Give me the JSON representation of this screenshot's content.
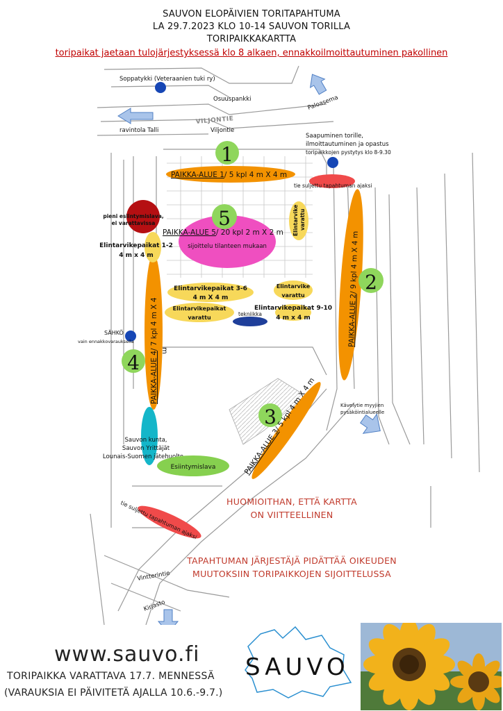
{
  "header": {
    "line1": "SAUVON ELOPÄIVIEN TORITAPAHTUMA",
    "line2": "LA 29.7.2023 KLO 10-14 SAUVON TORILLA",
    "line3": "TORIPAIKKAKARTTA",
    "notice": "toripaikat jaetaan tulojärjestyksessä klo 8 alkaen, ennakkoilmoittautuminen pakollinen"
  },
  "map": {
    "labels": {
      "soppatykki": "Soppatykki (Veteraanien tuki ry)",
      "osuuspankki": "Osuuspankki",
      "paloasema": "Paloasema",
      "viljontie_sign": "VILJONTIE",
      "viljontie": "Viljontie",
      "ravintola": "ravintola Talli",
      "saapuminen1": "Saapuminen torille,",
      "saapuminen2": "ilmoittautuminen ja opastus",
      "saapuminen3": "toripaikkojen pystytys klo 8-9.30",
      "tie_suljettu_top": "tie suljettu tapahtuman ajaksi",
      "pieni1": "pieni esiintymislava,",
      "pieni2": "ei varattavissa",
      "elintarvike12_a": "Elintarvikepaikat 1-2",
      "elintarvike12_b": "4 m x 4 m",
      "elintarvike_varattu_side_a": "Elintarvike",
      "elintarvike_varattu_side_b": "varattu",
      "elintarvike36_a": "Elintarvikepaikat 3-6",
      "elintarvike36_b": "4 m X 4 m",
      "elintarvike_varattu2_a": "Elintarvike",
      "elintarvike_varattu2_b": "varattu",
      "elintarvike_varattu3_a": "Elintarvikepaikat",
      "elintarvike_varattu3_b": "varattu",
      "elintarvike910_a": "Elintarvikepaikat 9-10",
      "elintarvike910_b": "4 m x 4 m",
      "tekniikka": "tekniikka",
      "sahko": "SÄHKÖ",
      "sahko_sub": "vain ennakkovarauksella",
      "kavelytie1": "Kävelytie myyjien",
      "kavelytie2": "pysäköintialueelle",
      "sauvon_kunta1": "Sauvon kunta,",
      "sauvon_kunta2": "Sauvon Yrittäjät",
      "sauvon_kunta3": "Lounais-Suomen jätehuolto",
      "esiintymislava": "Esiintymislava",
      "tie_suljettu_bottom": "tie suljettu tapahtuman ajaksi",
      "vintterintie": "Vintterintie",
      "kirjasto": "Kirjasto",
      "m_mark": "m"
    },
    "areas": [
      {
        "number": "1",
        "label_u": "PAIKKA-ALUE 1",
        "label_rest": "/ 5 kpl 4 m X 4 m"
      },
      {
        "number": "2",
        "label_u": "PAIKKA-ALUE 2",
        "label_rest": "/ 9 kpl 4 m X 4 m"
      },
      {
        "number": "3",
        "label_u": "PAIKKA-ALUE 3",
        "label_rest": "/ 5 kpl 4 m X 4 m"
      },
      {
        "number": "4",
        "label_u": "PAIKKA-ALUE 4",
        "label_rest": "/ 7 kpl 4 m X 4"
      },
      {
        "number": "5",
        "label_u": "PAIKKA-ALUE 5",
        "label_rest": "/ 20 kpl 2 m X 2 m",
        "sub": "sijoittelu tilanteen mukaan"
      }
    ]
  },
  "warnings": {
    "w1a": "HUOMIOITHAN, ETTÄ KARTTA",
    "w1b": "ON VIITTEELLINEN",
    "w2a": "TAPAHTUMAN JÄRJESTÄJÄ PIDÄTTÄÄ OIKEUDEN",
    "w2b": "MUUTOKSIIN TORIPAIKKOJEN SIJOITTELUSSA"
  },
  "footer": {
    "url": "www.sauvo.fi",
    "line1": "TORIPAIKKA VARATTAVA 17.7. MENNESSÄ",
    "line2": "(VARAUKSIA EI PÄIVITETÄ AJALLA 10.6.-9.7.)",
    "logo_text": "SAUVO"
  },
  "colors": {
    "orange": "#f39200",
    "pink": "#ef4fc0",
    "yellow": "#f7d85a",
    "green_circle": "#8fd65c",
    "green_stage": "#86d04f",
    "red": "#f04a4a",
    "dark_red": "#b50f12",
    "blue_dot": "#1646b5",
    "navy": "#1f3f9a",
    "cyan": "#14b6c9",
    "warning_red": "#c0392b"
  }
}
